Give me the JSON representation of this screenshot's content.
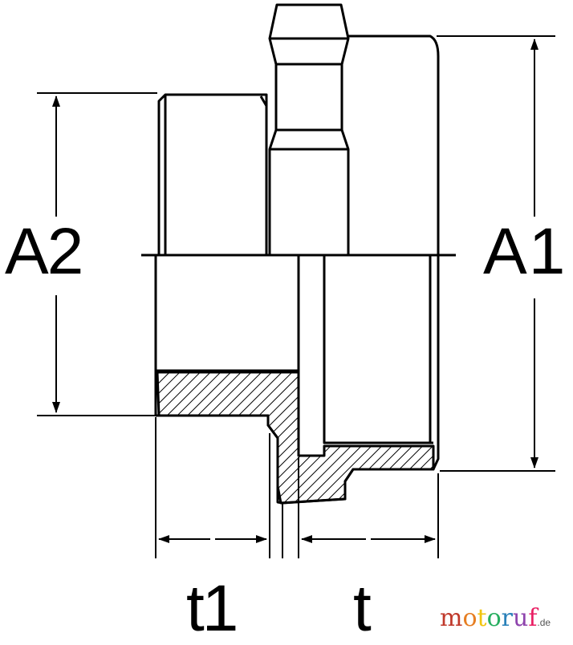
{
  "diagram": {
    "labels": {
      "a2": "A2",
      "a1": "A1",
      "t1": "t1",
      "t": "t"
    }
  },
  "logo": {
    "letters": [
      "m",
      "o",
      "t",
      "o",
      "r",
      "u",
      "f"
    ],
    "colors": [
      "#c0392b",
      "#e67e22",
      "#f1c40f",
      "#27ae60",
      "#2980b9",
      "#8e44ad",
      "#e91e63"
    ],
    "suffix": ".de"
  }
}
